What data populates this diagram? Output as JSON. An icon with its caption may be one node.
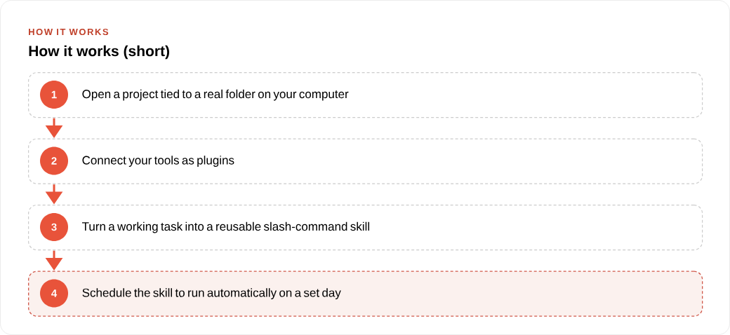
{
  "diagram": {
    "title": "How it works (short)",
    "nodes": [
      {
        "text": [
          "Open a project tied to a real folder on your computer"
        ]
      },
      {
        "text": [
          "1"
        ],
        "in": 0
      },
      {
        "text": [
          "Connect your tools as plugins"
        ]
      },
      {
        "text": [
          "2"
        ],
        "in": 2
      },
      {
        "text": [
          "Turn a working task into a reusable slash-command skill"
        ]
      },
      {
        "text": [
          "3"
        ],
        "in": 4
      },
      {
        "text": [
          "Schedule the skill to run automatically on a set day"
        ]
      },
      {
        "text": [
          "4"
        ],
        "in": 6
      }
    ],
    "edges": [
      {
        "from": 0,
        "to": 2,
        "arrow": "to"
      },
      {
        "from": 2,
        "to": 4,
        "arrow": "to"
      },
      {
        "from": 4,
        "to": 6,
        "arrow": "to"
      }
    ],
    "labels": [
      "HOW IT WORKS"
    ]
  }
}
